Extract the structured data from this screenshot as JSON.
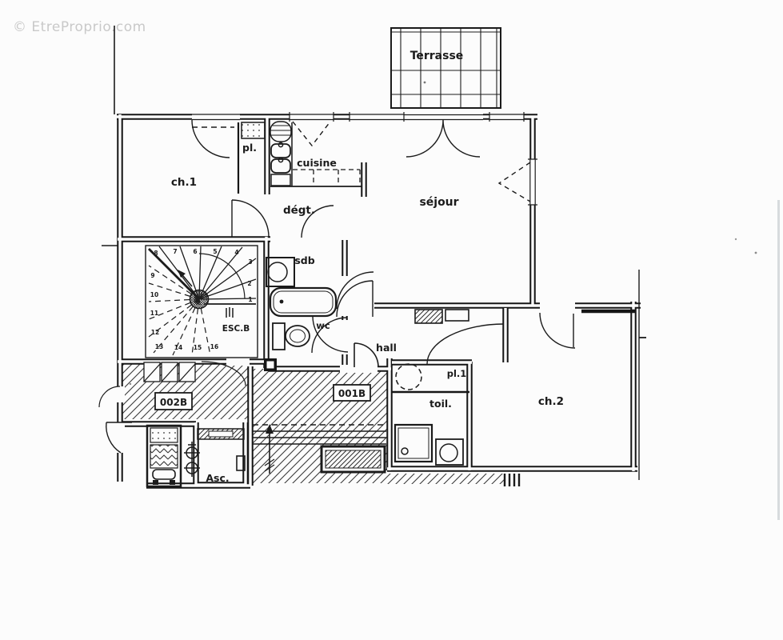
{
  "watermark": {
    "text": "© EtreProprio.com"
  },
  "plan": {
    "rooms": {
      "terrasse": "Terrasse",
      "ch1": "ch.1",
      "pl": "pl.",
      "cuisine": "cuisine",
      "degt": "dégt.",
      "sejour": "séjour",
      "sdb": "sdb",
      "esc_b": "ESC.B",
      "wc": "wc",
      "hall": "hall",
      "pl1": "pl.1",
      "corridor_002b": "002B",
      "corridor_001b": "001B",
      "toil": "toil.",
      "ch2": "ch.2",
      "asc": "Asc."
    },
    "stair_steps": [
      "1",
      "2",
      "3",
      "4",
      "5",
      "6",
      "7",
      "8",
      "9",
      "10",
      "11",
      "12",
      "13",
      "14",
      "15",
      "16"
    ],
    "colors": {
      "ink": "#1b1b1b",
      "paper": "#fcfcfc",
      "watermark": "#c9c9c9",
      "scan_edge": "#d7dbdd"
    }
  }
}
